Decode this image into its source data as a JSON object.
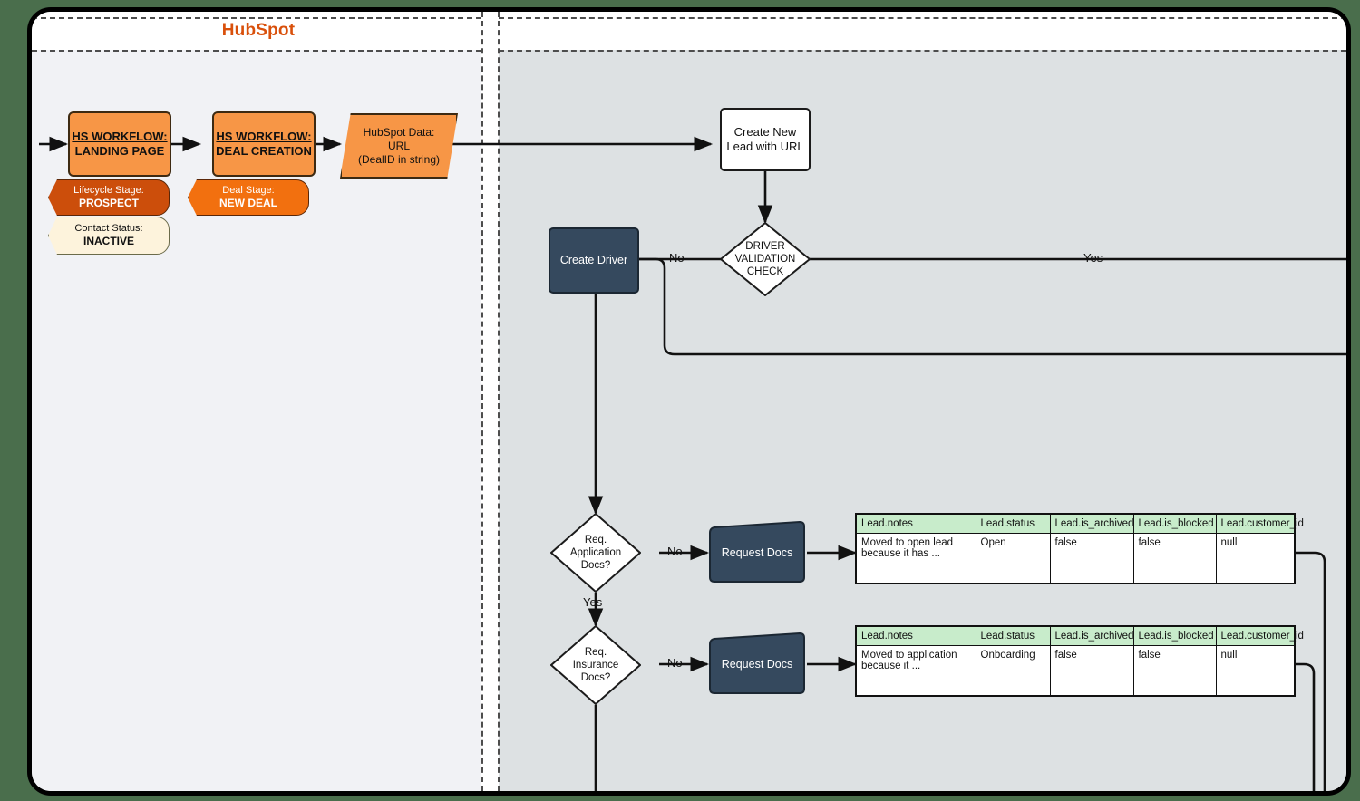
{
  "page": {
    "background_color": "#4a6e4c",
    "frame_border_color": "#000000"
  },
  "lanes": [
    {
      "name": "hubspot",
      "title": "HubSpot",
      "title_color": "#d9500b",
      "background_color": "#f1f2f5"
    },
    {
      "name": "system",
      "title": "",
      "background_color": "#dde1e3"
    }
  ],
  "nodes": {
    "hs_workflow_landing": {
      "line1": "HS WORKFLOW:",
      "line2": "LANDING PAGE"
    },
    "hs_workflow_deal": {
      "line1": "HS WORKFLOW:",
      "line2": "DEAL CREATION"
    },
    "hubspot_data": {
      "line1": "HubSpot Data:",
      "line2": "URL",
      "line3": "(DealID in string)"
    },
    "lifecycle_stage": {
      "label": "Lifecycle Stage:",
      "value": "PROSPECT"
    },
    "deal_stage": {
      "label": "Deal Stage:",
      "value": "NEW DEAL"
    },
    "contact_status": {
      "label": "Contact Status:",
      "value": "INACTIVE"
    },
    "create_lead": {
      "line1": "Create New",
      "line2": "Lead with URL"
    },
    "driver_validation": {
      "line1": "DRIVER",
      "line2": "VALIDATION",
      "line3": "CHECK"
    },
    "create_driver": {
      "label": "Create Driver"
    },
    "req_application_docs": {
      "line1": "Req.",
      "line2": "Application",
      "line3": "Docs?"
    },
    "req_insurance_docs": {
      "line1": "Req.",
      "line2": "Insurance",
      "line3": "Docs?"
    },
    "request_docs_1": {
      "label": "Request Docs"
    },
    "request_docs_2": {
      "label": "Request Docs"
    }
  },
  "edge_labels": {
    "validation_no": "No",
    "validation_yes": "Yes",
    "application_no": "No",
    "application_yes": "Yes",
    "insurance_no": "No"
  },
  "tables": [
    {
      "name": "lead-table-open",
      "header_color": "#c8eccb",
      "columns": [
        "Lead.notes",
        "Lead.status",
        "Lead.is_archived",
        "Lead.is_blocked",
        "Lead.customer_id"
      ],
      "rows": [
        [
          "Moved to open lead because it has ...",
          "Open",
          "false",
          "false",
          "null"
        ]
      ]
    },
    {
      "name": "lead-table-onboarding",
      "header_color": "#c8eccb",
      "columns": [
        "Lead.notes",
        "Lead.status",
        "Lead.is_archived",
        "Lead.is_blocked",
        "Lead.customer_id"
      ],
      "rows": [
        [
          "Moved to application because it ...",
          "Onboarding",
          "false",
          "false",
          "null"
        ]
      ]
    }
  ]
}
